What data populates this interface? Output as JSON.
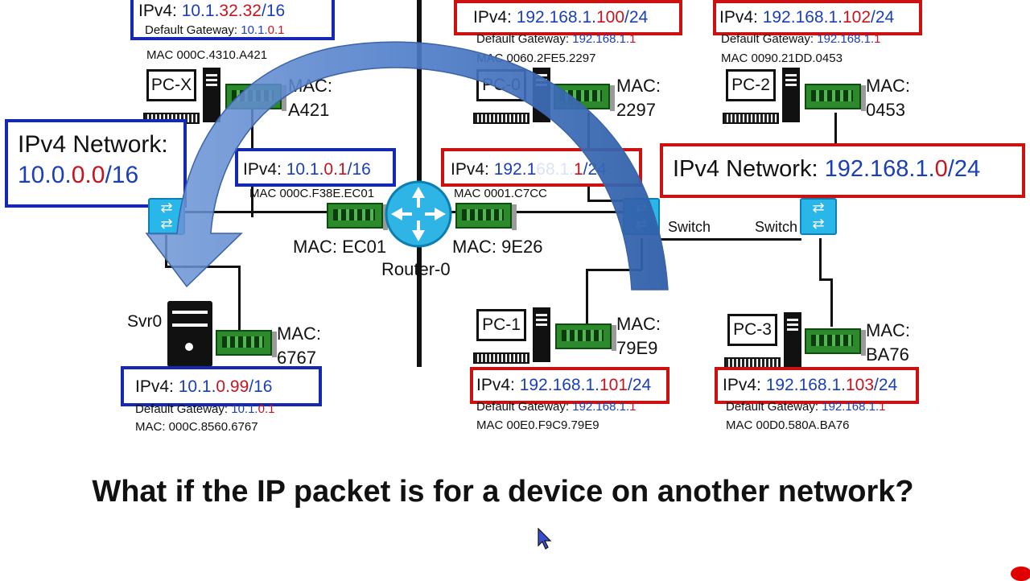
{
  "question": "What if the IP packet is for a device on another network?",
  "left_network": {
    "label_line1": "IPv4 Network:",
    "label_prefix": "10.0.",
    "label_host": "0.0",
    "label_suffix": "/16"
  },
  "right_network": {
    "label": "IPv4 Network: ",
    "prefix": "192.168.1.",
    "host": "0",
    "suffix": "/24"
  },
  "pcx": {
    "name": "PC-X",
    "ip_label": "IPv4: ",
    "ip_prefix": "10.1.",
    "ip_host": "32.32",
    "ip_suffix": "/16",
    "gw_label": "Default Gateway: ",
    "gw_prefix": "10.1.",
    "gw_host": "0.1",
    "mac_line": "MAC 000C.4310.A421",
    "mac_short_label": "MAC:",
    "mac_short": "A421"
  },
  "svr0": {
    "name": "Svr0",
    "ip_label": "IPv4: ",
    "ip_prefix": "10.1.",
    "ip_host": "0.99",
    "ip_suffix": "/16",
    "gw_label": "Default Gateway: ",
    "gw_prefix": "10.1.",
    "gw_host": "0.1",
    "mac_line": "MAC: 000C.8560.6767",
    "mac_short_label": "MAC:",
    "mac_short": "6767"
  },
  "router": {
    "name": "Router-0",
    "left_ip_label": "IPv4: ",
    "left_ip_prefix": "10.1.",
    "left_ip_host": "0.1",
    "left_ip_suffix": "/16",
    "left_mac_line": "MAC 000C.F38E.EC01",
    "left_mac": "MAC: EC01",
    "right_ip_label": "IPv4: ",
    "right_ip_prefix": "192.1",
    "right_ip_hidden": "68.1.",
    "right_ip_host": "1",
    "right_ip_suffix": "/24",
    "right_mac_line": "MAC 0001.C7CC",
    "right_mac": "MAC: 9E26"
  },
  "pc0": {
    "name": "PC-0",
    "ip_label": "IPv4: ",
    "ip_prefix": "192.168.1.",
    "ip_host": "100",
    "ip_suffix": "/24",
    "gw_label": "Default Gateway: ",
    "gw_prefix": "192.168.1.",
    "gw_host": "1",
    "mac_line": "MAC 0060.2FE5.2297",
    "mac_short_label": "MAC:",
    "mac_short": "2297"
  },
  "pc1": {
    "name": "PC-1",
    "ip_label": "IPv4: ",
    "ip_prefix": "192.168.1.",
    "ip_host": "101",
    "ip_suffix": "/24",
    "gw_label": "Default Gateway: ",
    "gw_prefix": "192.168.1.",
    "gw_host": "1",
    "mac_line": "MAC 00E0.F9C9.79E9",
    "mac_short_label": "MAC:",
    "mac_short": "79E9"
  },
  "pc2": {
    "name": "PC-2",
    "ip_label": "IPv4: ",
    "ip_prefix": "192.168.1.",
    "ip_host": "102",
    "ip_suffix": "/24",
    "gw_label": "Default Gateway: ",
    "gw_prefix": "192.168.1.",
    "gw_host": "1",
    "mac_line": "MAC 0090.21DD.0453",
    "mac_short_label": "MAC:",
    "mac_short": "0453"
  },
  "pc3": {
    "name": "PC-3",
    "ip_label": "IPv4: ",
    "ip_prefix": "192.168.1.",
    "ip_host": "103",
    "ip_suffix": "/24",
    "gw_label": "Default Gateway: ",
    "gw_prefix": "192.168.1.",
    "gw_host": "1",
    "mac_line": "MAC 00D0.580A.BA76",
    "mac_short_label": "MAC:",
    "mac_short": "BA76"
  },
  "switches": {
    "left_label": "Switch",
    "right_label": "Switch"
  },
  "colors": {
    "blue_box": "#1428b4",
    "red_box": "#cc1111",
    "address_blue": "#1a3fb8",
    "address_red": "#c8141e",
    "arrow": "#3f6fc0",
    "switch": "#29b6e8",
    "nic": "#2c8a2c"
  }
}
